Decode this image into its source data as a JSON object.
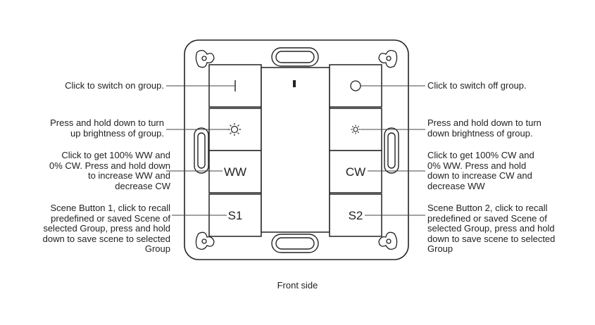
{
  "buttons": {
    "ww": "WW",
    "cw": "CW",
    "s1": "S1",
    "s2": "S2"
  },
  "icons": {
    "on": "power-on-icon",
    "off": "power-off-icon",
    "brightness_up": "sun-large-icon",
    "brightness_down": "sun-small-icon"
  },
  "annotations": {
    "on": "Click to switch on group.",
    "off": "Click to switch off group.",
    "bright_up": "Press and hold down to turn\nup brightness of group.",
    "bright_down": "Press and hold down to turn\ndown brightness of group.",
    "ww": "Click to get 100% WW and\n0% CW. Press and hold down\nto increase WW and\ndecrease CW",
    "cw": "Click to get 100% CW and\n0% WW. Press and hold\ndown to increase CW and\ndecrease WW",
    "s1": "Scene Button 1, click to recall\npredefined or saved Scene of\nselected Group, press and hold\ndown to save scene to selected\nGroup",
    "s2": "Scene Button 2, click to recall\npredefined or saved Scene of\nselected Group, press and hold\ndown to save scene to selected\nGroup"
  },
  "caption": "Front side"
}
